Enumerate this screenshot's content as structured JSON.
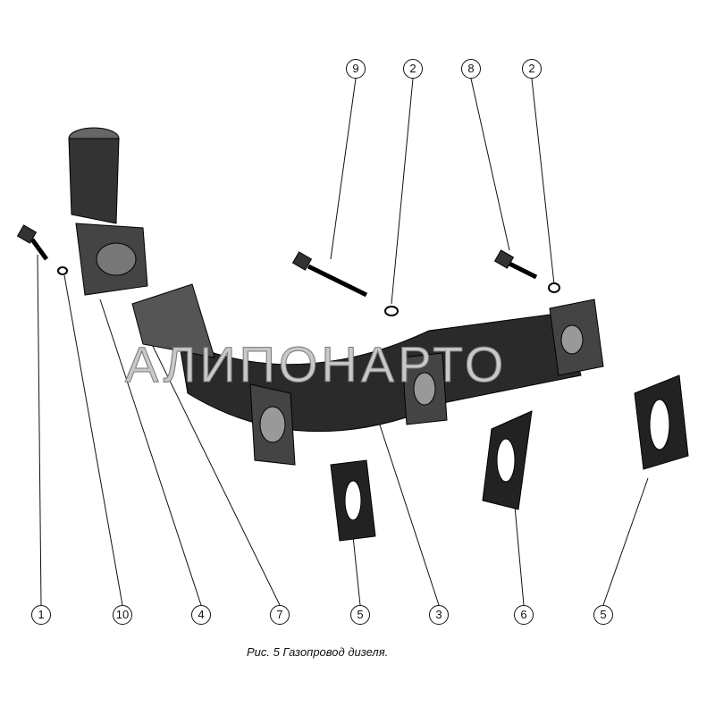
{
  "figure": {
    "caption": "Рис. 5 Газопровод дизеля.",
    "watermark": "АЛИПОНАРТО",
    "callouts_top": [
      "9",
      "2",
      "8",
      "2"
    ],
    "callouts_bottom": [
      "1",
      "10",
      "4",
      "7",
      "5",
      "3",
      "6",
      "5"
    ]
  }
}
